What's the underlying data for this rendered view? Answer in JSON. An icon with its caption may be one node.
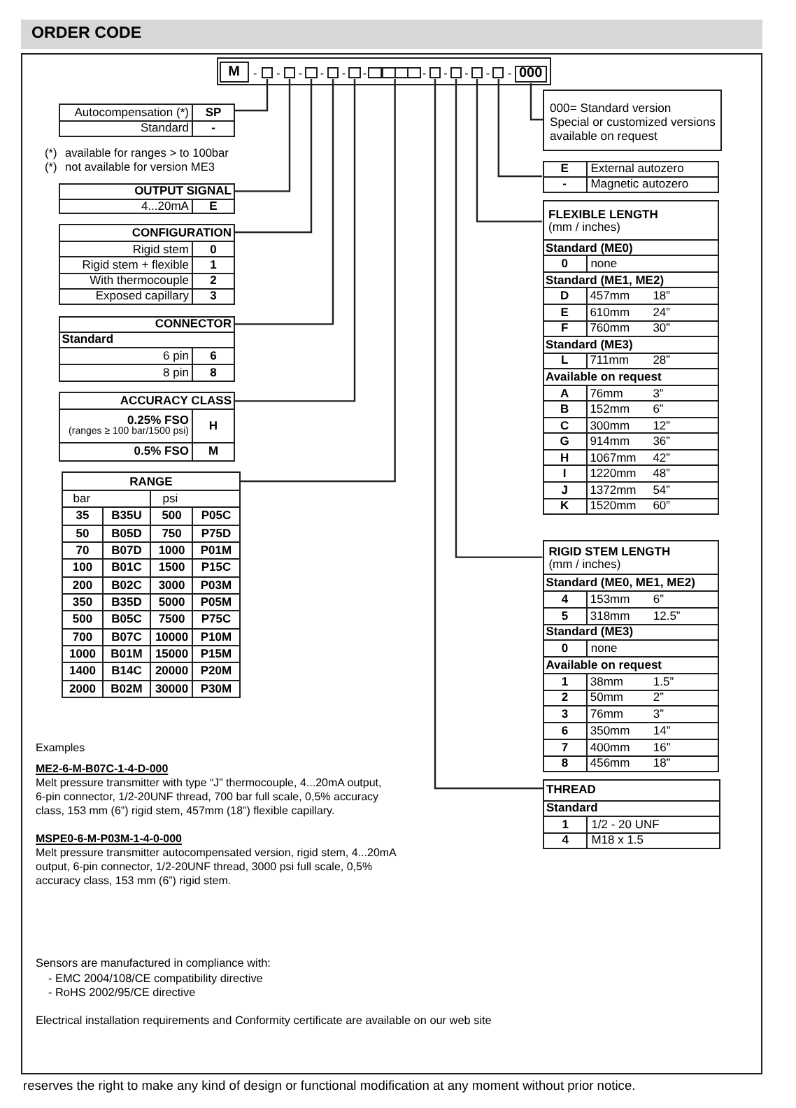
{
  "diagram": {
    "title": "ORDER CODE",
    "nodes": [
      {
        "text": [],
        "shape": "box"
      },
      {
        "text": [
          "M"
        ],
        "in": 0
      },
      {
        "text": [],
        "shape": "box",
        "in": 0
      },
      {
        "text": [],
        "shape": "box",
        "in": 0
      },
      {
        "text": [],
        "shape": "box",
        "in": 0
      },
      {
        "text": [],
        "shape": "box",
        "in": 0
      },
      {
        "text": [],
        "shape": "box",
        "in": 0
      },
      {
        "text": [],
        "shape": "box",
        "in": 0
      },
      {
        "text": [],
        "shape": "box",
        "in": 0
      },
      {
        "text": [],
        "shape": "box",
        "in": 0
      },
      {
        "text": [],
        "shape": "box",
        "in": 0
      },
      {
        "text": [],
        "shape": "box",
        "in": 0
      },
      {
        "text": [],
        "shape": "box",
        "in": 0
      },
      {
        "text": [],
        "shape": "box",
        "in": 0
      },
      {
        "text": [],
        "shape": "box",
        "in": 0
      },
      {
        "text": [
          "000"
        ],
        "in": 0
      },
      {
        "text": [
          "000= Standard version",
          "Special or customized versions available on request"
        ]
      },
      {
        "text": [
          "Autocompensation (*)",
          "SP",
          "Standard",
          "-"
        ]
      },
      {
        "text": [
          "E",
          "External autozero",
          "-",
          "Magnetic autozero"
        ]
      },
      {
        "text": [
          "OUTPUT SIGNAL",
          "4...20mA",
          "E"
        ]
      },
      {
        "text": [
          "FLEXIBLE LENGTH",
          "(mm / inches)",
          "Standard (ME0)",
          "0",
          "none",
          "Standard (ME1, ME2)",
          "D",
          "457mm",
          "18”",
          "E",
          "610mm",
          "24”",
          "F",
          "760mm",
          "30”",
          "Standard (ME3)",
          "L",
          "711mm",
          "28”",
          "Available on request",
          "A",
          "76mm",
          "3”",
          "B",
          "152mm",
          "6”",
          "C",
          "300mm",
          "12”",
          "G",
          "914mm",
          "36”",
          "H",
          "1067mm",
          "42”",
          "I",
          "1220mm",
          "48”",
          "J",
          "1372mm",
          "54”",
          "K",
          "1520mm",
          "60”"
        ]
      },
      {
        "text": [
          "CONFIGURATION",
          "Rigid stem",
          "0",
          "Rigid stem + flexible",
          "1",
          "With thermocouple",
          "2",
          "Exposed capillary",
          "3"
        ]
      },
      {
        "text": [
          "CONNECTOR",
          "Standard",
          "6 pin",
          "6",
          "8 pin",
          "8"
        ]
      },
      {
        "text": [
          "ACCURACY CLASS",
          "0.25% FSO",
          "(ranges ≥ 100 bar/1500 psi)",
          "H",
          "0.5% FSO",
          "M"
        ]
      },
      {
        "text": [
          "RANGE",
          "bar",
          "psi",
          "35",
          "B35U",
          "500",
          "P05C",
          "50",
          "B05D",
          "750",
          "P75D",
          "70",
          "B07D",
          "1000",
          "P01M",
          "100",
          "B01C",
          "1500",
          "P15C",
          "200",
          "B02C",
          "3000",
          "P03M",
          "350",
          "B35D",
          "5000",
          "P05M",
          "500",
          "B05C",
          "7500",
          "P75C",
          "700",
          "B07C",
          "10000",
          "P10M",
          "1000",
          "B01M",
          "15000",
          "P15M",
          "1400",
          "B14C",
          "20000",
          "P20M",
          "2000",
          "B02M",
          "30000",
          "P30M"
        ]
      },
      {
        "text": [
          "RIGID STEM LENGTH",
          "(mm / inches)",
          "Standard (ME0, ME1, ME2)",
          "4",
          "153mm",
          "6”",
          "5",
          "318mm",
          "12.5”",
          "Standard (ME3)",
          "0",
          "none",
          "Available on request",
          "1",
          "38mm",
          "1.5”",
          "2",
          "50mm",
          "2”",
          "3",
          "76mm",
          "3”",
          "6",
          "350mm",
          "14”",
          "7",
          "400mm",
          "16”",
          "8",
          "456mm",
          "18”"
        ]
      },
      {
        "text": [
          "THREAD",
          "Standard",
          "1",
          "1/2 - 20 UNF",
          "4",
          "M18 x 1.5"
        ]
      }
    ],
    "edges": [
      {
        "from": 2,
        "to": 17,
        "arrow": "none"
      },
      {
        "from": 3,
        "to": 19,
        "arrow": "none"
      },
      {
        "from": 4,
        "to": 21,
        "arrow": "none"
      },
      {
        "from": 5,
        "to": 22,
        "arrow": "none"
      },
      {
        "from": 6,
        "to": 23,
        "arrow": "none"
      },
      {
        "from": 8,
        "to": 24,
        "arrow": "none"
      },
      {
        "from": 11,
        "to": 26,
        "arrow": "none"
      },
      {
        "from": 12,
        "to": 25,
        "arrow": "none"
      },
      {
        "from": 13,
        "to": 20,
        "arrow": "none"
      },
      {
        "from": 14,
        "to": 18,
        "arrow": "none"
      },
      {
        "from": 15,
        "to": 16,
        "arrow": "none"
      }
    ],
    "labels": [
      "-",
      "-",
      "-",
      "-",
      "-",
      "-",
      "-",
      "-",
      "-",
      "-",
      "-",
      "(*)",
      "available for ranges > to 100bar",
      "(*)",
      "not available for version ME3",
      "Examples",
      "ME2-6-M-B07C-1-4-D-000",
      "Melt pressure transmitter with type “J” thermocouple, 4...20mA output, 6-pin connector, 1/2-20UNF thread, 700 bar full scale, 0,5% accuracy class, 153 mm (6”) rigid stem, 457mm (18”) flexible capillary.",
      "MSPE0-6-M-P03M-1-4-0-000",
      "Melt pressure transmitter autocompensated version, rigid stem, 4...20mA output, 6-pin connector, 1/2-20UNF thread, 3000 psi full scale, 0,5% accuracy class, 153 mm (6”) rigid stem.",
      "Sensors are manufactured in compliance with:",
      "- EMC 2004/108/CE compatibility directive",
      "- RoHS 2002/95/CE directive",
      "Electrical installation requirements and Conformity certificate are available on our web site",
      "reserves the right to make any kind of design or functional modification at any moment without prior notice."
    ]
  }
}
